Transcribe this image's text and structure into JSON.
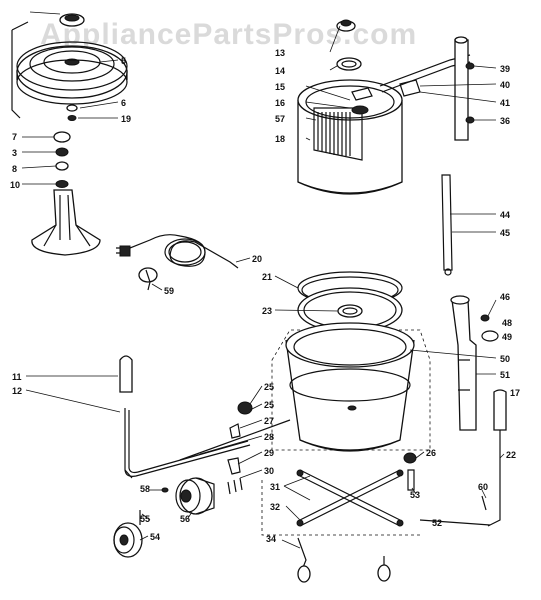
{
  "watermark": "AppliancePartsPros.com",
  "callouts": [
    {
      "id": "c13",
      "text": "13"
    },
    {
      "id": "c14",
      "text": "14"
    },
    {
      "id": "c15",
      "text": "15"
    },
    {
      "id": "c16",
      "text": "16"
    },
    {
      "id": "c57",
      "text": "57"
    },
    {
      "id": "c18",
      "text": "18"
    },
    {
      "id": "c39",
      "text": "39"
    },
    {
      "id": "c40",
      "text": "40"
    },
    {
      "id": "c41",
      "text": "41"
    },
    {
      "id": "c36",
      "text": "36"
    },
    {
      "id": "c44",
      "text": "44"
    },
    {
      "id": "c45",
      "text": "45"
    },
    {
      "id": "c5",
      "text": "5"
    },
    {
      "id": "c6",
      "text": "6"
    },
    {
      "id": "c19",
      "text": "19"
    },
    {
      "id": "c7",
      "text": "7"
    },
    {
      "id": "c3",
      "text": "3"
    },
    {
      "id": "c8",
      "text": "8"
    },
    {
      "id": "c10",
      "text": "10"
    },
    {
      "id": "c20",
      "text": "20"
    },
    {
      "id": "c59",
      "text": "59"
    },
    {
      "id": "c21",
      "text": "21"
    },
    {
      "id": "c23",
      "text": "23"
    },
    {
      "id": "c46",
      "text": "46"
    },
    {
      "id": "c48",
      "text": "48"
    },
    {
      "id": "c49",
      "text": "49"
    },
    {
      "id": "c50",
      "text": "50"
    },
    {
      "id": "c51",
      "text": "51"
    },
    {
      "id": "c17",
      "text": "17"
    },
    {
      "id": "c11",
      "text": "11"
    },
    {
      "id": "c12",
      "text": "12"
    },
    {
      "id": "c25a",
      "text": "25"
    },
    {
      "id": "c25b",
      "text": "25"
    },
    {
      "id": "c27",
      "text": "27"
    },
    {
      "id": "c28",
      "text": "28"
    },
    {
      "id": "c29",
      "text": "29"
    },
    {
      "id": "c30",
      "text": "30"
    },
    {
      "id": "c26",
      "text": "26"
    },
    {
      "id": "c22",
      "text": "22"
    },
    {
      "id": "c31",
      "text": "31"
    },
    {
      "id": "c32",
      "text": "32"
    },
    {
      "id": "c53",
      "text": "53"
    },
    {
      "id": "c60",
      "text": "60"
    },
    {
      "id": "c52",
      "text": "52"
    },
    {
      "id": "c58",
      "text": "58"
    },
    {
      "id": "c55",
      "text": "55"
    },
    {
      "id": "c56",
      "text": "56"
    },
    {
      "id": "c54",
      "text": "54"
    },
    {
      "id": "c34",
      "text": "34"
    }
  ]
}
